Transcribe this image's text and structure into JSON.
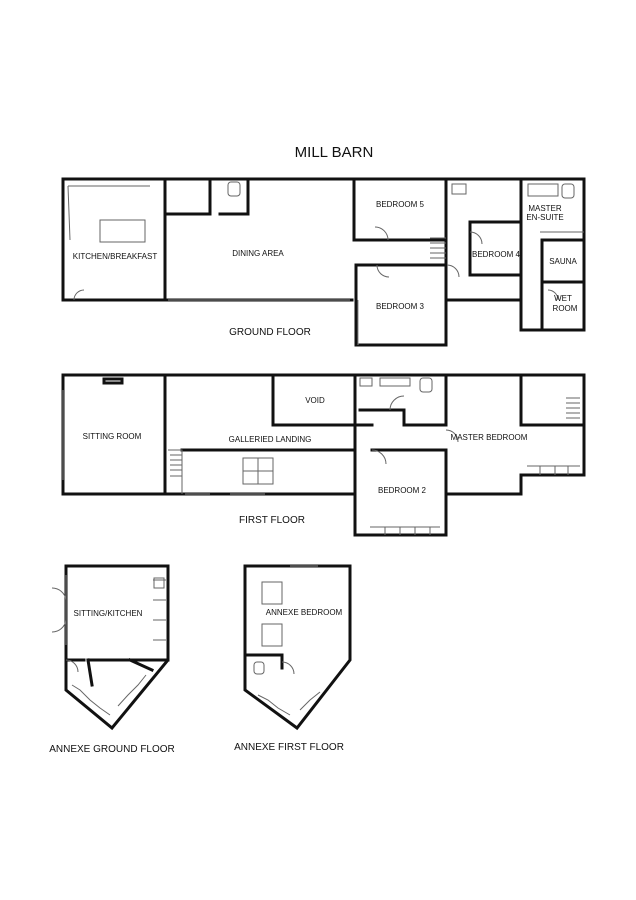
{
  "title": "MILL BARN",
  "floors": {
    "ground": "GROUND FLOOR",
    "first": "FIRST FLOOR",
    "annexe_ground": "ANNEXE GROUND FLOOR",
    "annexe_first": "ANNEXE FIRST FLOOR"
  },
  "rooms": {
    "kitchen_breakfast": "KITCHEN/BREAKFAST",
    "dining_area": "DINING AREA",
    "bedroom5": "BEDROOM 5",
    "bedroom4": "BEDROOM 4",
    "bedroom3": "BEDROOM 3",
    "master_ensuite_1": "MASTER",
    "master_ensuite_2": "EN-SUITE",
    "sauna": "SAUNA",
    "wet_room_1": "WET",
    "wet_room_2": "ROOM",
    "sitting_room": "SITTING ROOM",
    "galleried_landing": "GALLERIED LANDING",
    "void": "VOID",
    "master_bedroom": "MASTER BEDROOM",
    "bedroom2": "BEDROOM 2",
    "sitting_kitchen": "SITTING/KITCHEN",
    "annexe_bedroom": "ANNEXE BEDROOM"
  }
}
